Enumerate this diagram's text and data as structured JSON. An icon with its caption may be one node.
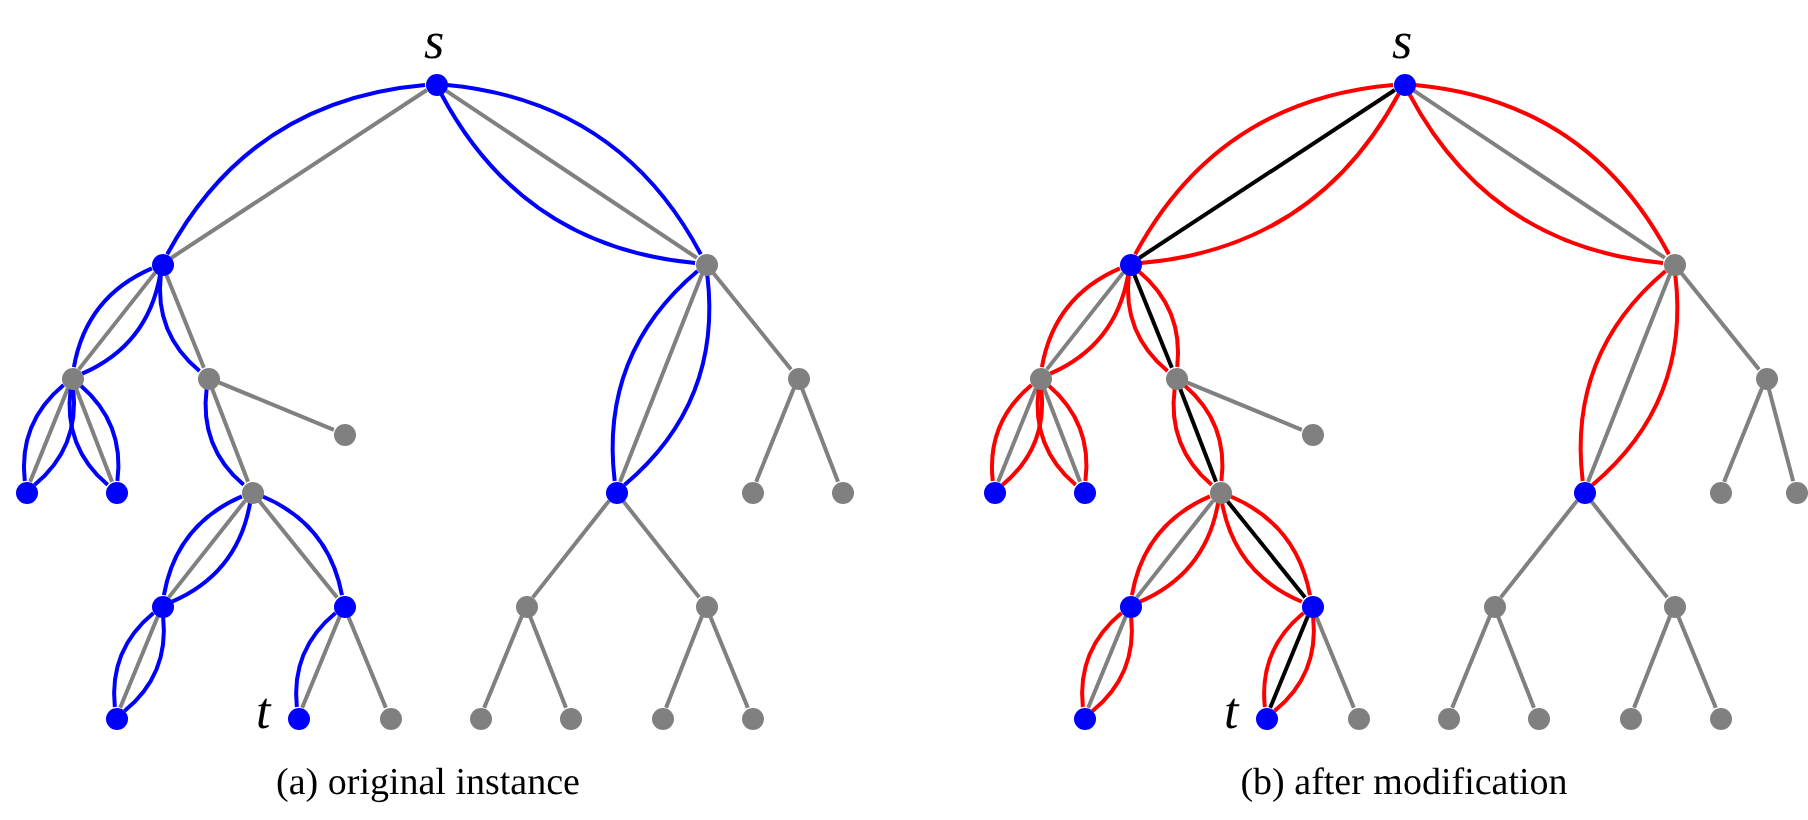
{
  "diagram": {
    "nodes": [
      {
        "text": [],
        "shape": "circle",
        "beside": [
          "s"
        ]
      },
      {
        "text": [],
        "shape": "circle"
      },
      {
        "text": [],
        "shape": "circle"
      },
      {
        "text": [],
        "shape": "circle"
      },
      {
        "text": [],
        "shape": "circle"
      },
      {
        "text": [],
        "shape": "circle"
      },
      {
        "text": [],
        "shape": "circle"
      },
      {
        "text": [],
        "shape": "circle"
      },
      {
        "text": [],
        "shape": "circle"
      },
      {
        "text": [],
        "shape": "circle"
      },
      {
        "text": [],
        "shape": "circle"
      },
      {
        "text": [],
        "shape": "circle"
      },
      {
        "text": [],
        "shape": "circle"
      },
      {
        "text": [],
        "shape": "circle"
      },
      {
        "text": [],
        "shape": "circle"
      },
      {
        "text": [],
        "shape": "circle"
      },
      {
        "text": [],
        "shape": "circle"
      },
      {
        "text": [],
        "shape": "circle"
      },
      {
        "text": [],
        "shape": "circle",
        "beside": [
          "t"
        ]
      },
      {
        "text": [],
        "shape": "circle"
      },
      {
        "text": [],
        "shape": "circle"
      },
      {
        "text": [],
        "shape": "circle"
      },
      {
        "text": [],
        "shape": "circle"
      },
      {
        "text": [],
        "shape": "circle"
      },
      {
        "text": [],
        "shape": "circle",
        "beside": [
          "s"
        ]
      },
      {
        "text": [],
        "shape": "circle"
      },
      {
        "text": [],
        "shape": "circle"
      },
      {
        "text": [],
        "shape": "circle"
      },
      {
        "text": [],
        "shape": "circle"
      },
      {
        "text": [],
        "shape": "circle"
      },
      {
        "text": [],
        "shape": "circle"
      },
      {
        "text": [],
        "shape": "circle"
      },
      {
        "text": [],
        "shape": "circle"
      },
      {
        "text": [],
        "shape": "circle"
      },
      {
        "text": [],
        "shape": "circle"
      },
      {
        "text": [],
        "shape": "circle"
      },
      {
        "text": [],
        "shape": "circle"
      },
      {
        "text": [],
        "shape": "circle"
      },
      {
        "text": [],
        "shape": "circle"
      },
      {
        "text": [],
        "shape": "circle"
      },
      {
        "text": [],
        "shape": "circle"
      },
      {
        "text": [],
        "shape": "circle"
      },
      {
        "text": [],
        "shape": "circle",
        "beside": [
          "t"
        ]
      },
      {
        "text": [],
        "shape": "circle"
      },
      {
        "text": [],
        "shape": "circle"
      },
      {
        "text": [],
        "shape": "circle"
      },
      {
        "text": [],
        "shape": "circle"
      },
      {
        "text": [],
        "shape": "circle"
      }
    ],
    "edges": [
      {
        "from": 0,
        "to": 1,
        "arrow": "none"
      },
      {
        "from": 0,
        "to": 1,
        "arrow": "none",
        "color": "#0000ff"
      },
      {
        "from": 0,
        "to": 2,
        "arrow": "none"
      },
      {
        "from": 0,
        "to": 2,
        "arrow": "none",
        "color": "#0000ff"
      },
      {
        "from": 0,
        "to": 2,
        "arrow": "none",
        "color": "#0000ff"
      },
      {
        "from": 1,
        "to": 3,
        "arrow": "none"
      },
      {
        "from": 1,
        "to": 3,
        "arrow": "none",
        "color": "#0000ff"
      },
      {
        "from": 1,
        "to": 3,
        "arrow": "none",
        "color": "#0000ff"
      },
      {
        "from": 1,
        "to": 4,
        "arrow": "none"
      },
      {
        "from": 1,
        "to": 4,
        "arrow": "none",
        "color": "#0000ff"
      },
      {
        "from": 2,
        "to": 10,
        "arrow": "none"
      },
      {
        "from": 2,
        "to": 10,
        "arrow": "none",
        "color": "#0000ff"
      },
      {
        "from": 2,
        "to": 10,
        "arrow": "none",
        "color": "#0000ff"
      },
      {
        "from": 2,
        "to": 5,
        "arrow": "none"
      },
      {
        "from": 3,
        "to": 7,
        "arrow": "none"
      },
      {
        "from": 3,
        "to": 7,
        "arrow": "none",
        "color": "#0000ff"
      },
      {
        "from": 3,
        "to": 7,
        "arrow": "none",
        "color": "#0000ff"
      },
      {
        "from": 3,
        "to": 8,
        "arrow": "none"
      },
      {
        "from": 3,
        "to": 8,
        "arrow": "none",
        "color": "#0000ff"
      },
      {
        "from": 3,
        "to": 8,
        "arrow": "none",
        "color": "#0000ff"
      },
      {
        "from": 4,
        "to": 9,
        "arrow": "none"
      },
      {
        "from": 4,
        "to": 9,
        "arrow": "none",
        "color": "#0000ff"
      },
      {
        "from": 4,
        "to": 6,
        "arrow": "none"
      },
      {
        "from": 5,
        "to": 11,
        "arrow": "none"
      },
      {
        "from": 5,
        "to": 12,
        "arrow": "none"
      },
      {
        "from": 9,
        "to": 13,
        "arrow": "none"
      },
      {
        "from": 9,
        "to": 13,
        "arrow": "none",
        "color": "#0000ff"
      },
      {
        "from": 9,
        "to": 13,
        "arrow": "none",
        "color": "#0000ff"
      },
      {
        "from": 9,
        "to": 14,
        "arrow": "none"
      },
      {
        "from": 9,
        "to": 14,
        "arrow": "none",
        "color": "#0000ff"
      },
      {
        "from": 10,
        "to": 15,
        "arrow": "none"
      },
      {
        "from": 10,
        "to": 16,
        "arrow": "none"
      },
      {
        "from": 13,
        "to": 17,
        "arrow": "none"
      },
      {
        "from": 13,
        "to": 17,
        "arrow": "none",
        "color": "#0000ff"
      },
      {
        "from": 13,
        "to": 17,
        "arrow": "none",
        "color": "#0000ff"
      },
      {
        "from": 14,
        "to": 18,
        "arrow": "none"
      },
      {
        "from": 14,
        "to": 18,
        "arrow": "none",
        "color": "#0000ff"
      },
      {
        "from": 14,
        "to": 19,
        "arrow": "none"
      },
      {
        "from": 15,
        "to": 20,
        "arrow": "none"
      },
      {
        "from": 15,
        "to": 21,
        "arrow": "none"
      },
      {
        "from": 16,
        "to": 22,
        "arrow": "none"
      },
      {
        "from": 16,
        "to": 23,
        "arrow": "none"
      },
      {
        "from": 24,
        "to": 25,
        "arrow": "none",
        "color": "#000000"
      },
      {
        "from": 24,
        "to": 25,
        "arrow": "none",
        "color": "#ff0000"
      },
      {
        "from": 24,
        "to": 25,
        "arrow": "none",
        "color": "#ff0000"
      },
      {
        "from": 24,
        "to": 26,
        "arrow": "none"
      },
      {
        "from": 24,
        "to": 26,
        "arrow": "none",
        "color": "#ff0000"
      },
      {
        "from": 24,
        "to": 26,
        "arrow": "none",
        "color": "#ff0000"
      },
      {
        "from": 25,
        "to": 27,
        "arrow": "none"
      },
      {
        "from": 25,
        "to": 27,
        "arrow": "none",
        "color": "#ff0000"
      },
      {
        "from": 25,
        "to": 27,
        "arrow": "none",
        "color": "#ff0000"
      },
      {
        "from": 25,
        "to": 28,
        "arrow": "none",
        "color": "#000000"
      },
      {
        "from": 25,
        "to": 28,
        "arrow": "none",
        "color": "#ff0000"
      },
      {
        "from": 25,
        "to": 28,
        "arrow": "none",
        "color": "#ff0000"
      },
      {
        "from": 26,
        "to": 34,
        "arrow": "none"
      },
      {
        "from": 26,
        "to": 34,
        "arrow": "none",
        "color": "#ff0000"
      },
      {
        "from": 26,
        "to": 34,
        "arrow": "none",
        "color": "#ff0000"
      },
      {
        "from": 26,
        "to": 29,
        "arrow": "none"
      },
      {
        "from": 27,
        "to": 31,
        "arrow": "none"
      },
      {
        "from": 27,
        "to": 31,
        "arrow": "none",
        "color": "#ff0000"
      },
      {
        "from": 27,
        "to": 31,
        "arrow": "none",
        "color": "#ff0000"
      },
      {
        "from": 27,
        "to": 32,
        "arrow": "none"
      },
      {
        "from": 27,
        "to": 32,
        "arrow": "none",
        "color": "#ff0000"
      },
      {
        "from": 27,
        "to": 32,
        "arrow": "none",
        "color": "#ff0000"
      },
      {
        "from": 28,
        "to": 33,
        "arrow": "none",
        "color": "#000000"
      },
      {
        "from": 28,
        "to": 33,
        "arrow": "none",
        "color": "#ff0000"
      },
      {
        "from": 28,
        "to": 33,
        "arrow": "none",
        "color": "#ff0000"
      },
      {
        "from": 28,
        "to": 30,
        "arrow": "none"
      },
      {
        "from": 29,
        "to": 35,
        "arrow": "none"
      },
      {
        "from": 29,
        "to": 36,
        "arrow": "none"
      },
      {
        "from": 33,
        "to": 37,
        "arrow": "none"
      },
      {
        "from": 33,
        "to": 37,
        "arrow": "none",
        "color": "#ff0000"
      },
      {
        "from": 33,
        "to": 37,
        "arrow": "none",
        "color": "#ff0000"
      },
      {
        "from": 33,
        "to": 38,
        "arrow": "none",
        "color": "#000000"
      },
      {
        "from": 33,
        "to": 38,
        "arrow": "none",
        "color": "#ff0000"
      },
      {
        "from": 33,
        "to": 38,
        "arrow": "none",
        "color": "#ff0000"
      },
      {
        "from": 34,
        "to": 39,
        "arrow": "none"
      },
      {
        "from": 34,
        "to": 40,
        "arrow": "none"
      },
      {
        "from": 37,
        "to": 41,
        "arrow": "none"
      },
      {
        "from": 37,
        "to": 41,
        "arrow": "none",
        "color": "#ff0000"
      },
      {
        "from": 37,
        "to": 41,
        "arrow": "none",
        "color": "#ff0000"
      },
      {
        "from": 38,
        "to": 42,
        "arrow": "none",
        "color": "#000000"
      },
      {
        "from": 38,
        "to": 42,
        "arrow": "none",
        "color": "#ff0000"
      },
      {
        "from": 38,
        "to": 42,
        "arrow": "none",
        "color": "#ff0000"
      },
      {
        "from": 38,
        "to": 43,
        "arrow": "none"
      },
      {
        "from": 39,
        "to": 44,
        "arrow": "none"
      },
      {
        "from": 39,
        "to": 45,
        "arrow": "none"
      },
      {
        "from": 40,
        "to": 46,
        "arrow": "none"
      },
      {
        "from": 40,
        "to": 47,
        "arrow": "none"
      }
    ],
    "labels": [
      "(a) original instance",
      "(b) after modification"
    ]
  }
}
